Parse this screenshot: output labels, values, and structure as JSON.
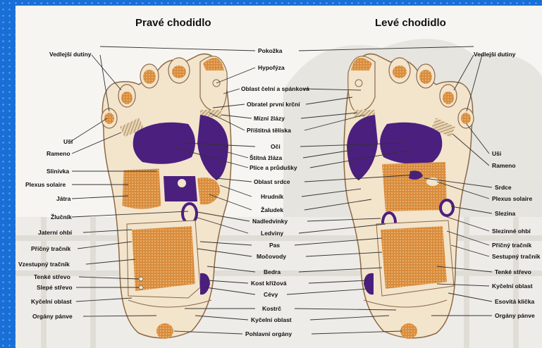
{
  "titles": {
    "right_foot": "Pravé chodidlo",
    "left_foot": "Levé chodidlo"
  },
  "labels_left_column": [
    "Vedlejší dutiny",
    "Uši",
    "Rameno",
    "Slinivka",
    "Plexus solaire",
    "Játra",
    "Žlučník",
    "Jaterní ohbí",
    "Příčný tračník",
    "Vzestupný tračník",
    "Tenké střevo",
    "Slepé střevo",
    "Kyčelní oblast",
    "Orgány pánve"
  ],
  "labels_center_column": [
    "Pokožka",
    "Hypofýza",
    "Oblast čelní a spánková",
    "Obratel první krční",
    "Mízní žlázy",
    "Příštitná tělíska",
    "Oči",
    "Štítná žláza",
    "Plíce a průdušky",
    "Oblast srdce",
    "Hrudník",
    "Žaludek",
    "Nadledvinky",
    "Ledviny",
    "Pas",
    "Močovody",
    "Bedra",
    "Kost křížová",
    "Cévy",
    "Kostrč",
    "Kyčelní oblast",
    "Pohlavní orgány"
  ],
  "labels_right_column": [
    "Vedlejší dutiny",
    "Uši",
    "Rameno",
    "Srdce",
    "Plexus solaire",
    "Slezina",
    "Slezinné ohbí",
    "Příčný tračník",
    "Sestupný tračník",
    "Tenké střevo",
    "Kyčelní oblast",
    "Esovitá klička",
    "Orgány pánve"
  ],
  "colors": {
    "frame": "#1a6fd6",
    "skin": "#f3e4cc",
    "orange_zone": "#d78b3b",
    "purple_zone": "#4b1f7e",
    "background": "#f7f5f2"
  }
}
